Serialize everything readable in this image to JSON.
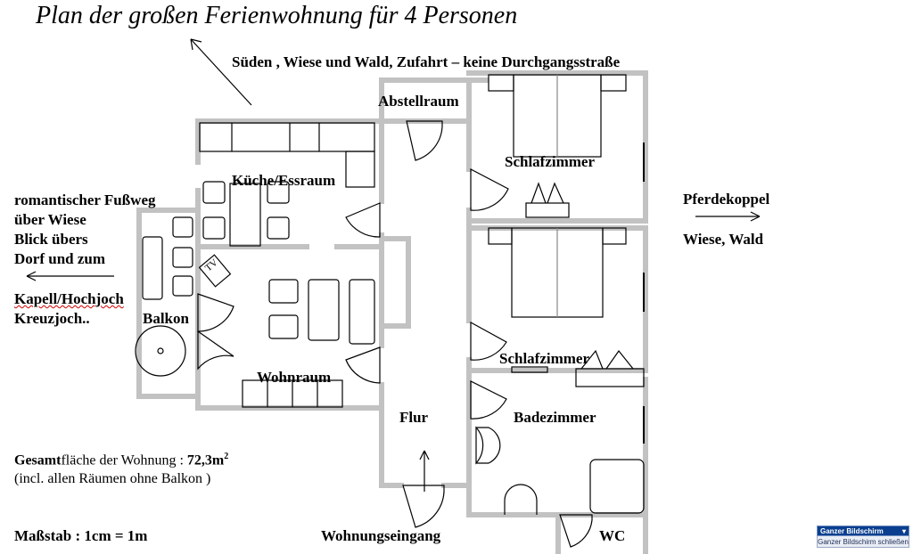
{
  "title": "Plan der großen Ferienwohnung für 4 Personen",
  "orientation_note": "Süden , Wiese und Wald, Zufahrt – keine Durchgangsstraße",
  "rooms": {
    "abstellraum": "Abstellraum",
    "kueche": "Küche/Essraum",
    "schlafzimmer1": "Schlafzimmer",
    "schlafzimmer2": "Schlafzimmer",
    "balkon": "Balkon",
    "wohnraum": "Wohnraum",
    "flur": "Flur",
    "badezimmer": "Badezimmer",
    "wc": "WC",
    "tv": "TV"
  },
  "left_note": {
    "line1": "romantischer Fußweg",
    "line2": "über Wiese",
    "line3": "Blick übers",
    "line4": "Dorf und zum",
    "line5": "Kapell/Hochjoch",
    "line6": "Kreuzjoch.."
  },
  "right_note": {
    "line1": "Pferdekoppel",
    "line2": "Wiese, Wald"
  },
  "area": {
    "label_bold": "Gesamt",
    "label_rest": "fläche der Wohnung : ",
    "value": "72,3m",
    "sup": "2",
    "note": "(incl. allen Räumen ohne Balkon )"
  },
  "scale": "Maßstab : 1cm = 1m",
  "entrance": "Wohnungseingang",
  "fullscreen": {
    "button": "Ganzer Bildschirm",
    "close": "Ganzer Bildschirm schließen"
  },
  "colors": {
    "wall": "#c2c2c2",
    "line": "#000000",
    "fullscreen_bg": "#0a3f8f"
  }
}
